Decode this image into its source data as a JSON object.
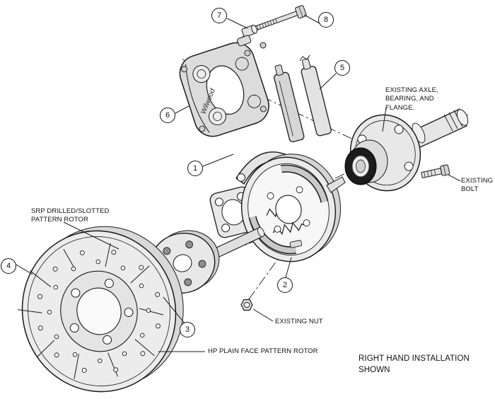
{
  "figure": {
    "callouts": [
      {
        "id": "1"
      },
      {
        "id": "2"
      },
      {
        "id": "3"
      },
      {
        "id": "4"
      },
      {
        "id": "5"
      },
      {
        "id": "6"
      },
      {
        "id": "7"
      },
      {
        "id": "8"
      }
    ],
    "labels": {
      "axle": "EXISTING AXLE, BEARING, AND FLANGE.",
      "existing_bolt": "EXISTING BOLT",
      "existing_nut": "EXISTING NUT",
      "srp_rotor": "SRP DRILLED/SLOTTED PATTERN ROTOR",
      "hp_rotor": "HP PLAIN FACE PATTERN ROTOR",
      "note": "RIGHT HAND INSTALLATION SHOWN",
      "caliper_brand": "Wilwood"
    }
  }
}
